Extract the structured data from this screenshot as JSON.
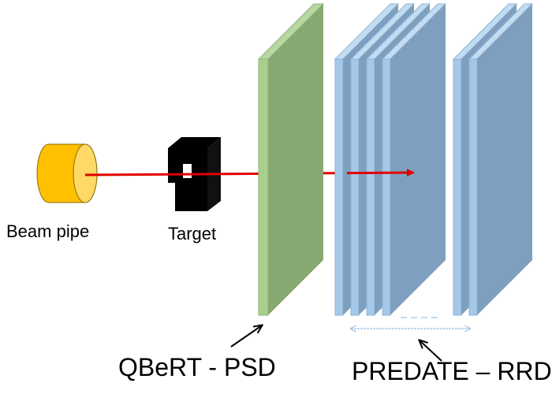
{
  "labels": {
    "beam_pipe": "Beam pipe",
    "target": "Target",
    "qbert": "QBeRT - PSD",
    "predate": "PREDATE – RRD"
  },
  "colors": {
    "beam_pipe_body": "#FFC000",
    "beam_pipe_face": "#FFD966",
    "target": "#000000",
    "psd_face": "#87A870",
    "psd_edge": "#B7D8A0",
    "rrd_face": "#7F9FBF",
    "rrd_edge": "#A6C8E8",
    "beam": "#E00000",
    "arrow": "#000000",
    "dashed": "#9DC3E6"
  }
}
